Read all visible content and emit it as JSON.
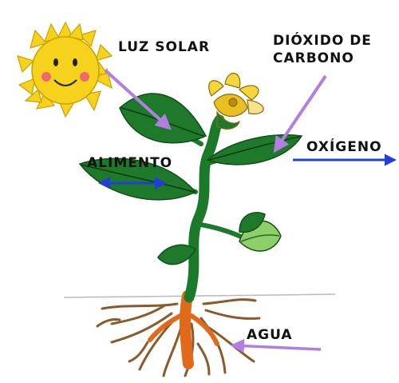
{
  "labels": {
    "sunlight": "LUZ SOLAR",
    "co2_line1": "DIÓXIDO DE",
    "co2_line2": "CARBONO",
    "oxygen": "OXÍGENO",
    "food": "ALIMENTO",
    "water": "AGUA"
  },
  "colors": {
    "arrow_purple": "#b07fe0",
    "arrow_blue": "#1f3fd8",
    "leaf_dark": "#1e7a2a",
    "leaf_light": "#8fcf6a",
    "stem": "#1a7a2a",
    "root": "#e06a1a",
    "root_thin": "#8a5a2a",
    "flower": "#f2d63a",
    "sun": "#f7d21d"
  },
  "icons": {
    "sun": "sun-icon",
    "plant": "plant-icon",
    "flower": "flower-icon"
  }
}
